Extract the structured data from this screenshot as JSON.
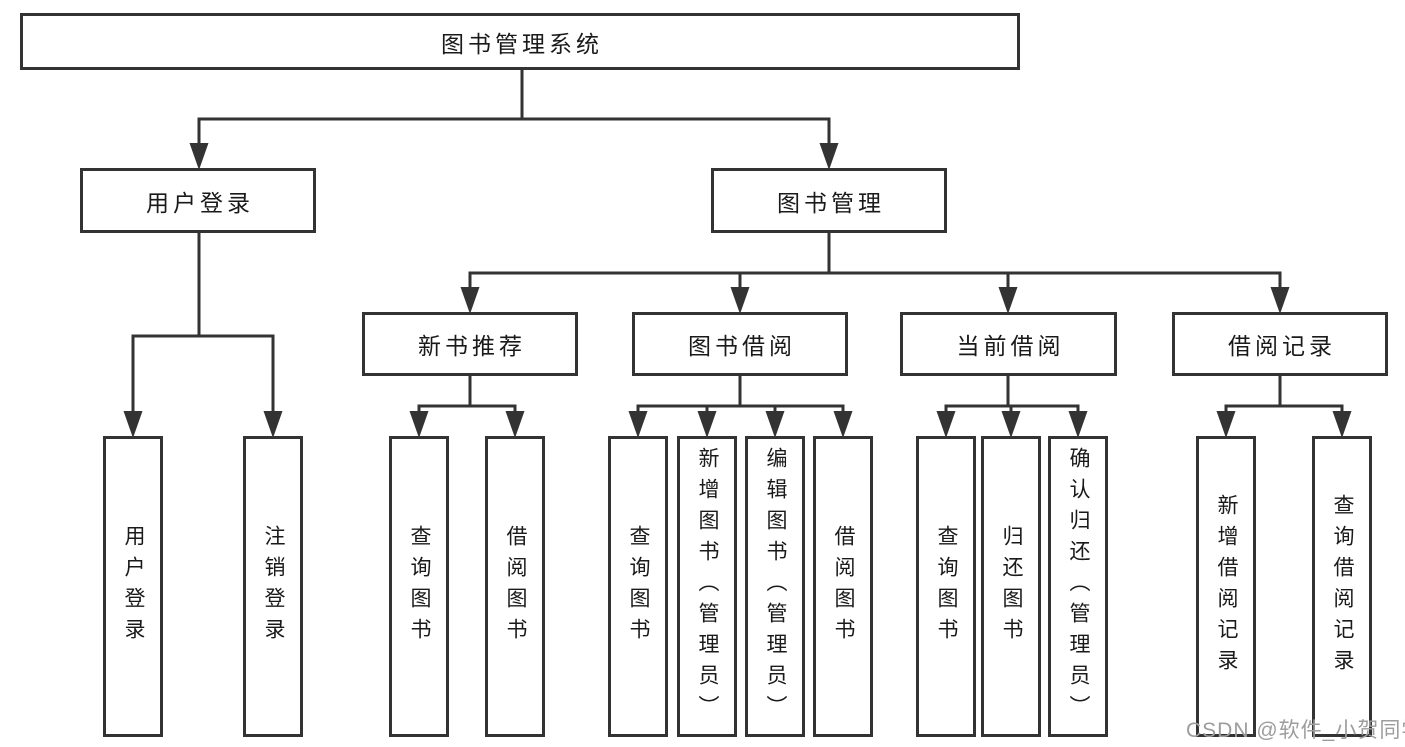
{
  "colors": {
    "background": "#ffffff",
    "line": "#333333",
    "box_border": "#333333",
    "text": "#1a1a1a",
    "watermark": "#9d9d9d"
  },
  "watermark": "CSDN @软件_小贺同学",
  "tree": {
    "label": "图书管理系统",
    "children": [
      {
        "label": "用户登录",
        "children": [
          {
            "label": "用户登录"
          },
          {
            "label": "注销登录"
          }
        ]
      },
      {
        "label": "图书管理",
        "children": [
          {
            "label": "新书推荐",
            "children": [
              {
                "label": "查询图书"
              },
              {
                "label": "借阅图书"
              }
            ]
          },
          {
            "label": "图书借阅",
            "children": [
              {
                "label": "查询图书"
              },
              {
                "label": "新增图书（管理员）"
              },
              {
                "label": "编辑图书（管理员）"
              },
              {
                "label": "借阅图书"
              }
            ]
          },
          {
            "label": "当前借阅",
            "children": [
              {
                "label": "查询图书"
              },
              {
                "label": "归还图书"
              },
              {
                "label": "确认归还（管理员）"
              }
            ]
          },
          {
            "label": "借阅记录",
            "children": [
              {
                "label": "新增借阅记录"
              },
              {
                "label": "查询借阅记录"
              }
            ]
          }
        ]
      }
    ]
  }
}
